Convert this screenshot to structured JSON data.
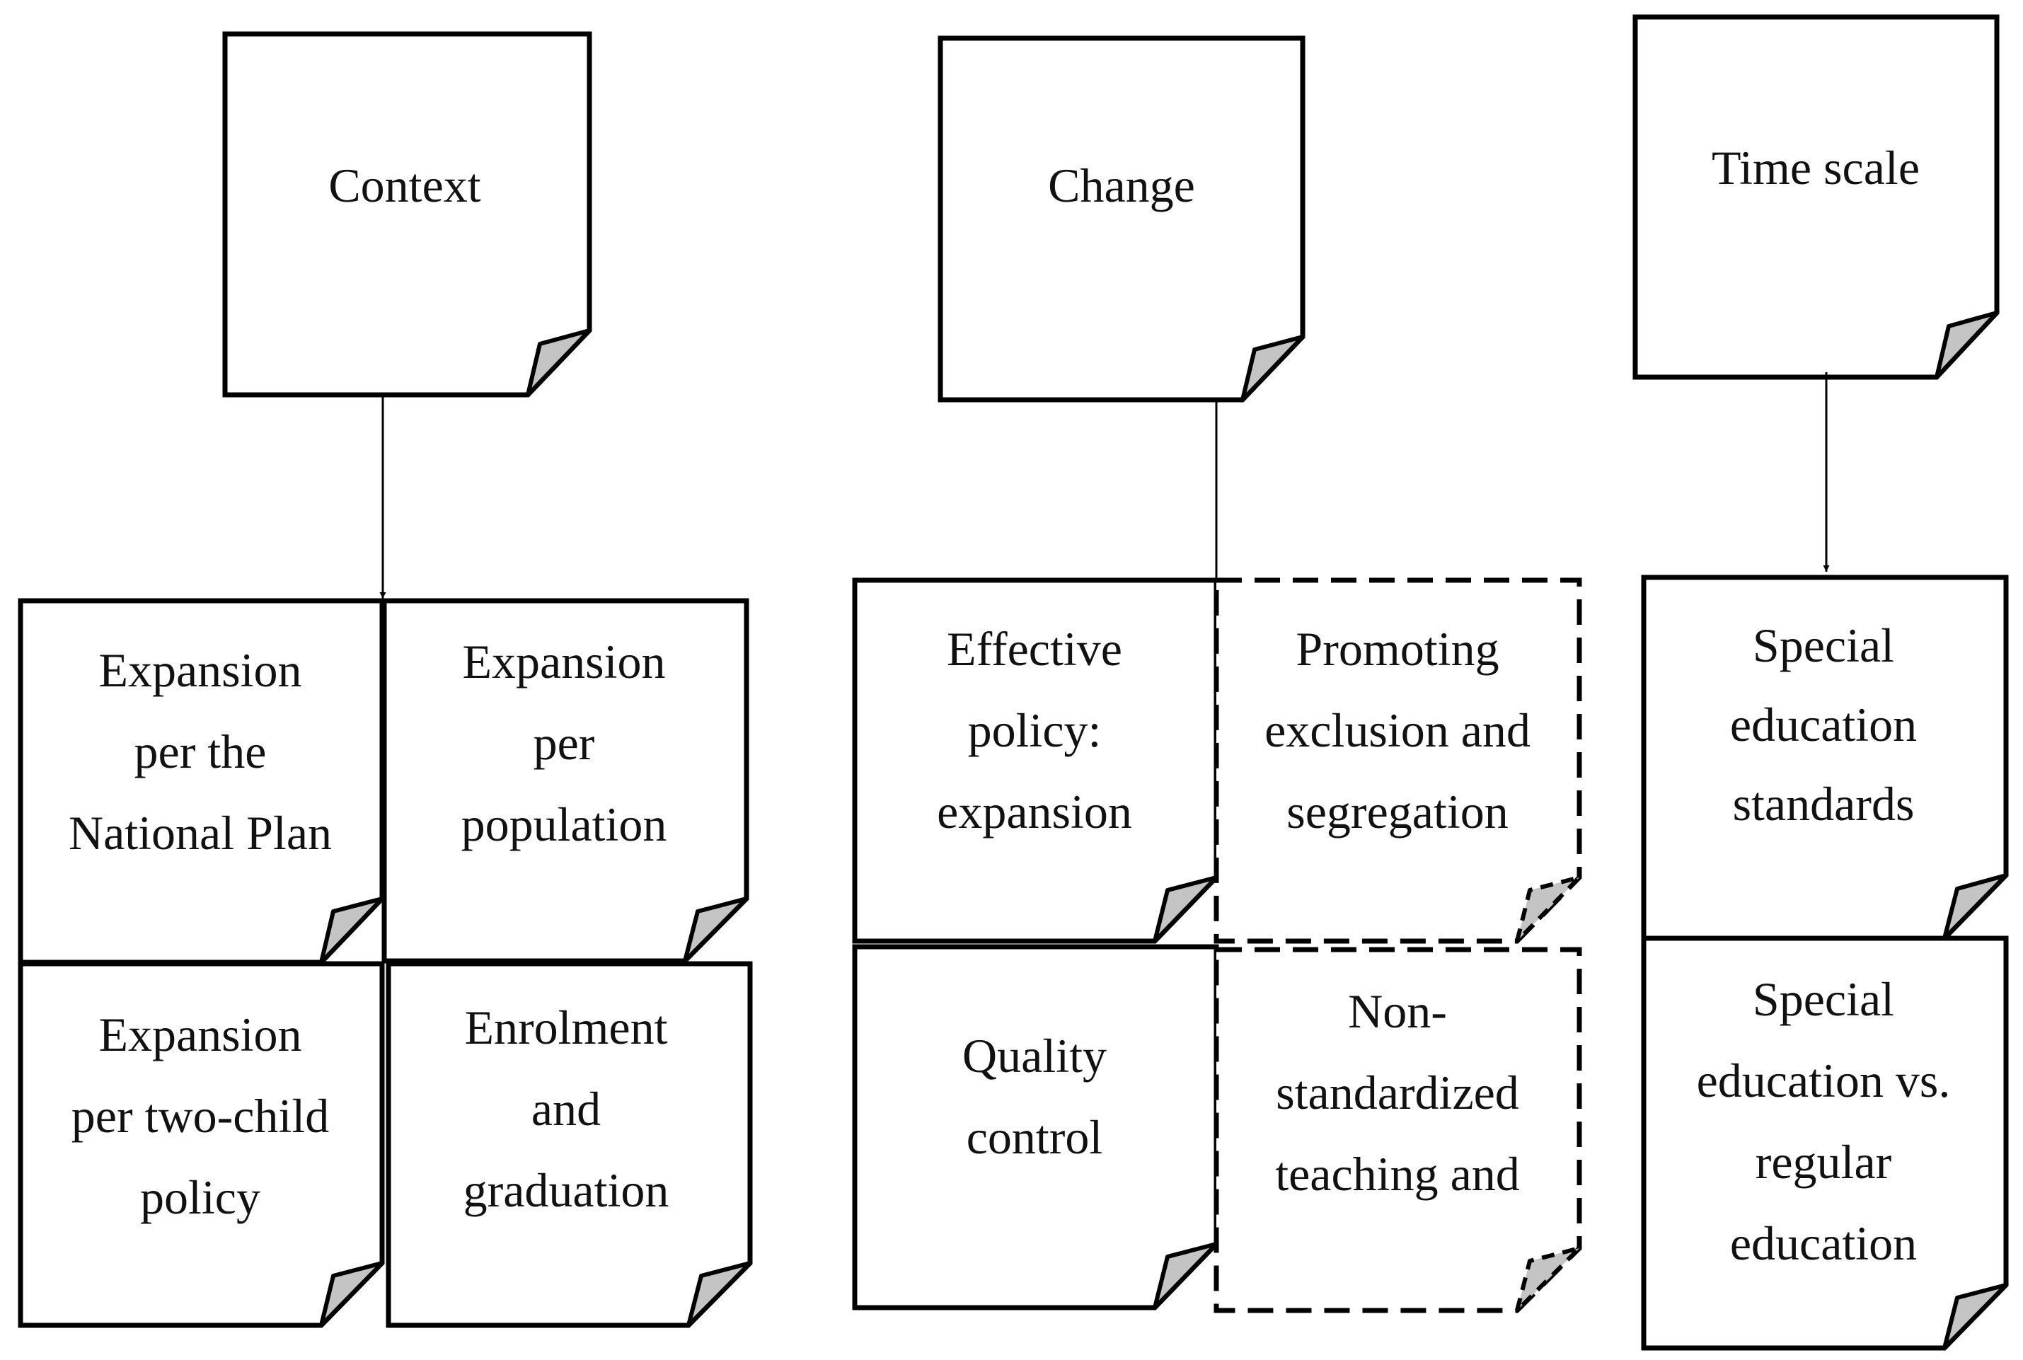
{
  "headers": {
    "context": "Context",
    "change": "Change",
    "timescale": "Time scale"
  },
  "context": {
    "plan": [
      "Expansion",
      "per the",
      "National Plan"
    ],
    "population": [
      "Expansion",
      "per",
      "population"
    ],
    "twochild": [
      "Expansion",
      "per two-child",
      "policy"
    ],
    "enrolment": [
      "Enrolment",
      "and",
      "graduation"
    ]
  },
  "change": {
    "effective": [
      "Effective",
      "policy:",
      "expansion"
    ],
    "promoting": [
      "Promoting",
      "exclusion and",
      "segregation"
    ],
    "quality": [
      "Quality",
      "control"
    ],
    "nonstandard": [
      "Non-",
      "standardized",
      "teaching and"
    ]
  },
  "timescale": {
    "standards": [
      "Special",
      "education",
      "standards"
    ],
    "versus": [
      "Special",
      "education vs.",
      "regular",
      "education"
    ]
  }
}
